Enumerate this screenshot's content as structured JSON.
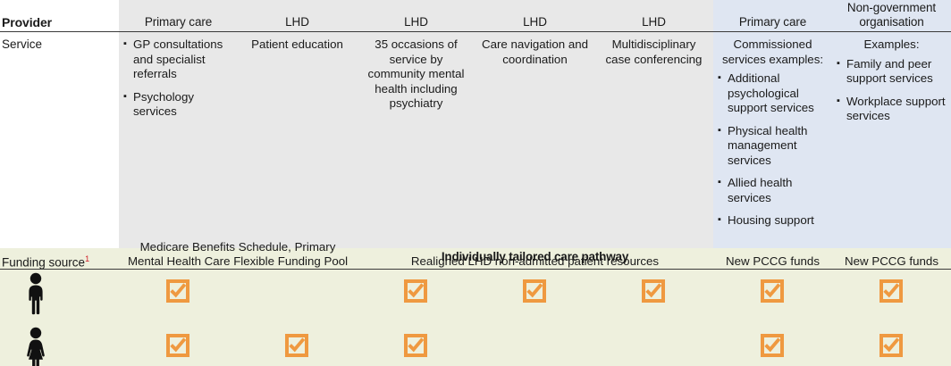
{
  "colors": {
    "grey_band": "#e8e8e8",
    "blue_band": "#dfe6f2",
    "green_band": "#eef0dd",
    "check_orange": "#ef9940",
    "footnote_red": "#d0202a"
  },
  "table": {
    "row_labels": {
      "provider": "Provider",
      "service": "Service",
      "funding_source": "Funding source",
      "funding_source_footnote": "1"
    },
    "columns": [
      {
        "provider": "Primary care",
        "service_lead": "",
        "service_bullets": [
          "GP consultations and specialist referrals",
          "Psychology services"
        ],
        "service_text": ""
      },
      {
        "provider": "LHD",
        "service_lead": "",
        "service_bullets": [],
        "service_text": "Patient education"
      },
      {
        "provider": "LHD",
        "service_lead": "",
        "service_bullets": [],
        "service_text": "35 occasions of service by community mental health including psychiatry"
      },
      {
        "provider": "LHD",
        "service_lead": "",
        "service_bullets": [],
        "service_text": "Care navigation and coordination"
      },
      {
        "provider": "LHD",
        "service_lead": "",
        "service_bullets": [],
        "service_text": "Multidisciplinary case conferencing"
      },
      {
        "provider": "Primary care",
        "service_lead": "Commissioned services examples:",
        "service_bullets": [
          "Additional psychological support services",
          "Physical health management services",
          "Allied health services",
          "Housing support"
        ],
        "service_text": ""
      },
      {
        "provider": "Non-government organisation",
        "service_lead": "Examples:",
        "service_bullets": [
          "Family and peer support services",
          "Workplace support services"
        ],
        "service_text": ""
      }
    ],
    "funding": [
      {
        "text": "Medicare Benefits Schedule, Primary Mental Health Care Flexible Funding Pool",
        "span": 2
      },
      {
        "text": "Realigned LHD non-admitted patient resources",
        "span": 3
      },
      {
        "text": "New PCCG funds",
        "span": 1
      },
      {
        "text": "New PCCG funds",
        "span": 1
      }
    ]
  },
  "pathway": {
    "label": "Individually tailored care pathway",
    "rows": [
      {
        "icon": "male-figure-icon",
        "checks": [
          true,
          false,
          true,
          true,
          true,
          true,
          true
        ]
      },
      {
        "icon": "female-figure-icon",
        "checks": [
          true,
          true,
          true,
          false,
          false,
          true,
          true
        ]
      }
    ]
  }
}
